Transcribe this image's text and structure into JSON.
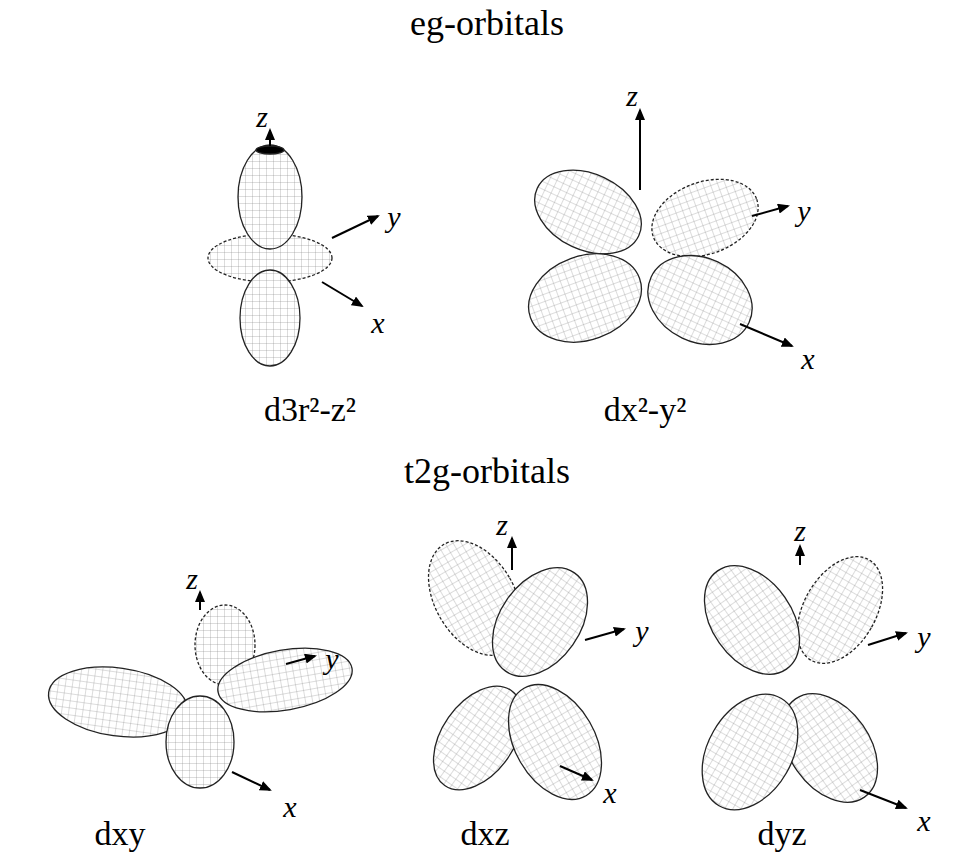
{
  "diagram": {
    "labels": [
      "eg-orbitals",
      "z",
      "y",
      "x",
      "d3r²-z²",
      "z",
      "y",
      "x",
      "dx²-y²",
      "t2g-orbitals",
      "z",
      "y",
      "x",
      "dxy",
      "z",
      "y",
      "x",
      "dxz",
      "z",
      "y",
      "x",
      "dyz"
    ]
  }
}
